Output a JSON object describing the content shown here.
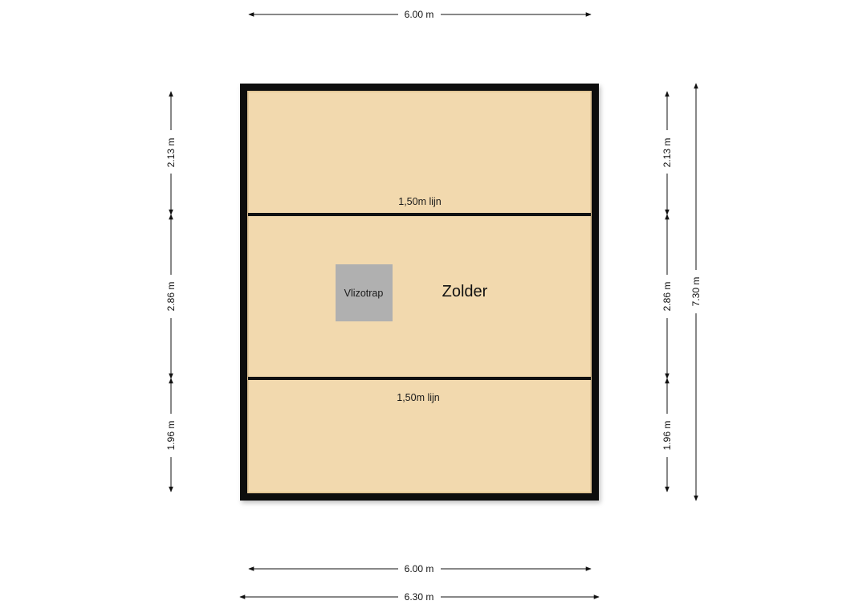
{
  "dimensions": {
    "top_width": "6.00 m",
    "bottom_inner_width": "6.00 m",
    "bottom_outer_width": "6.30 m",
    "left_top": "2.13 m",
    "left_middle": "2.86 m",
    "left_bottom": "1.96 m",
    "right_top": "2.13 m",
    "right_middle": "2.86 m",
    "right_bottom": "1.96 m",
    "right_total": "7.30 m"
  },
  "rooms": {
    "main_label": "Zolder",
    "stair_label": "Vlizotrap",
    "line_top_label": "1,50m lijn",
    "line_bottom_label": "1,50m lijn"
  },
  "colors": {
    "floor": "#f2d9ae",
    "wall": "#111111",
    "stair": "#b0b0b0"
  }
}
